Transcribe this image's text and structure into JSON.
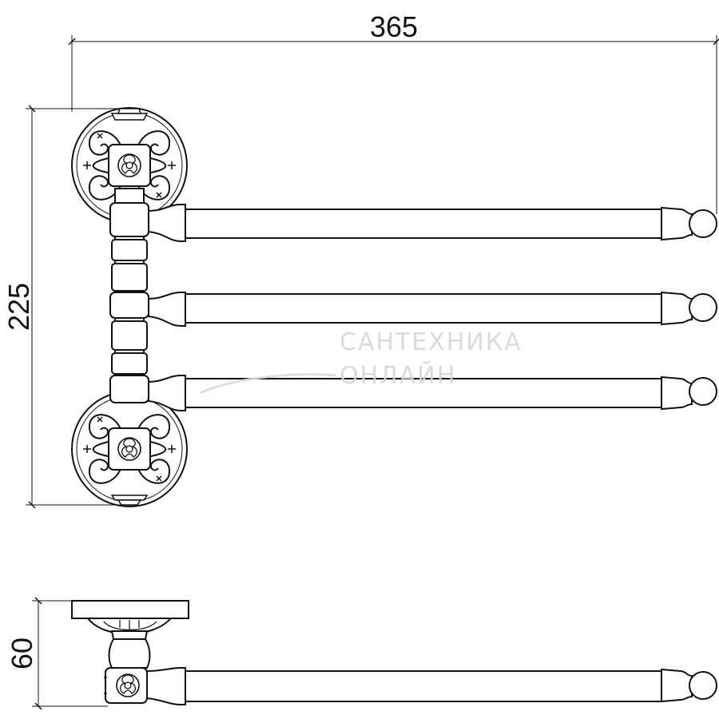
{
  "dimensions": {
    "width": "365",
    "height": "225",
    "depth": "60"
  },
  "drawing": {
    "line_color": "#111111",
    "background": "#ffffff",
    "views": [
      "front-view",
      "top-view"
    ]
  },
  "watermark": {
    "line1": "САНТЕХНИКА",
    "line2": "ОНЛАЙН"
  }
}
